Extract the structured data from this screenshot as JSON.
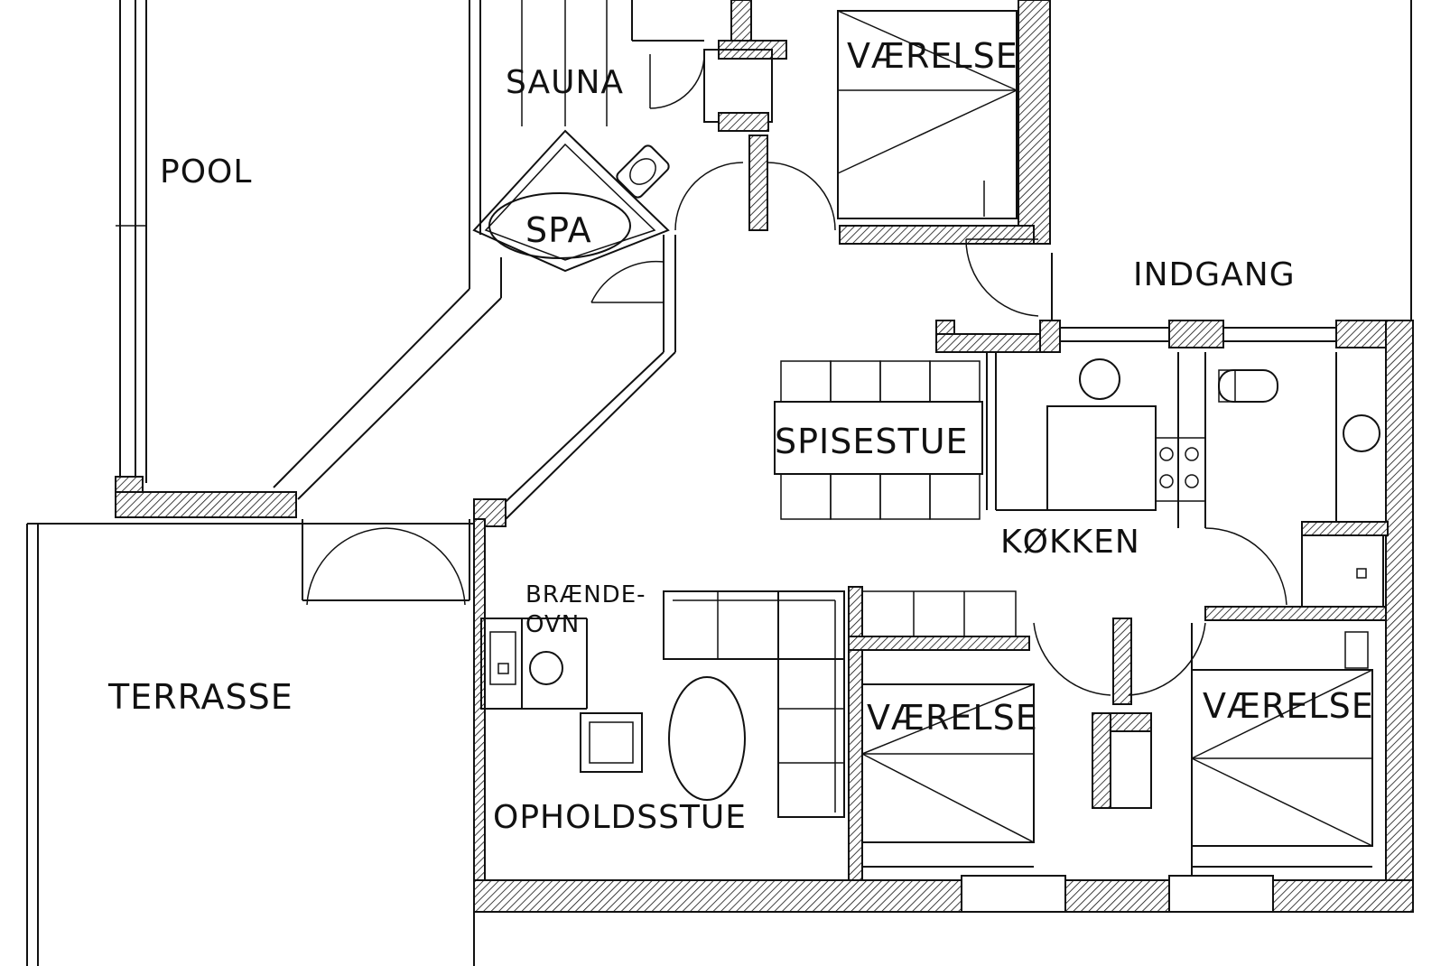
{
  "rooms": {
    "pool": "POOL",
    "sauna": "SAUNA",
    "spa": "SPA",
    "bedroom_top": "VÆRELSE",
    "entrance": "INDGANG",
    "dining": "SPISESTUE",
    "kitchen": "KØKKEN",
    "terrace": "TERRASSE",
    "stove_line1": "BRÆNDE-",
    "stove_line2": "OVN",
    "bedroom_mid": "VÆRELSE",
    "bedroom_right": "VÆRELSE",
    "living": "OPHOLDSSTUE"
  }
}
